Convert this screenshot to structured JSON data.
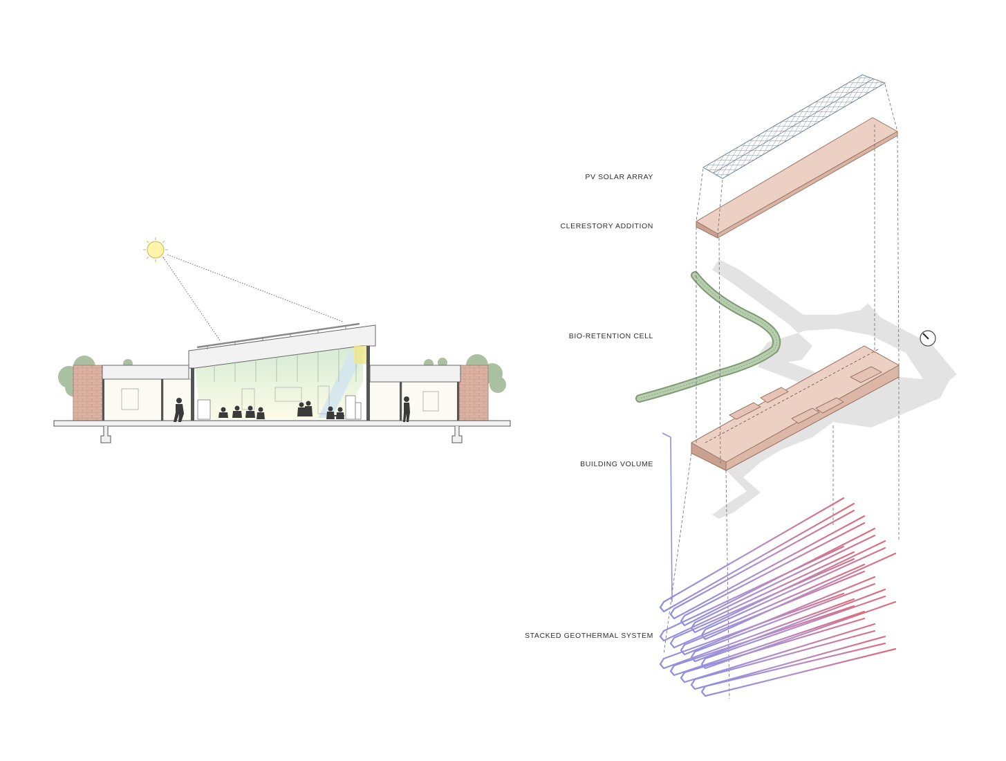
{
  "labels": {
    "pv_solar_array": "PV SOLAR ARRAY",
    "clerestory_addition": "CLERESTORY ADDITION",
    "bio_retention_cell": "BIO-RETENTION CELL",
    "building_volume": "BUILDING VOLUME",
    "stacked_geothermal_system": "STACKED GEOTHERMAL SYSTEM"
  },
  "colors": {
    "roof_mass": "#e8c9bb",
    "roof_edge": "#b08878",
    "pv_panel": "#6e7f93",
    "bio_cell": "#9fb892",
    "site_paving": "#e3e3e3",
    "brick_wall": "#d9ad9f",
    "tree": "#a9c0a1",
    "sun": "#fff4a8",
    "glass": "#d7ecd5",
    "pipe_warm": "#e06a77",
    "pipe_cool": "#8d8fe0",
    "people": "#3a3a3a",
    "linework": "#555555"
  },
  "icons": [
    "sun-icon",
    "north-arrow-icon",
    "person-icon",
    "tree-icon"
  ]
}
